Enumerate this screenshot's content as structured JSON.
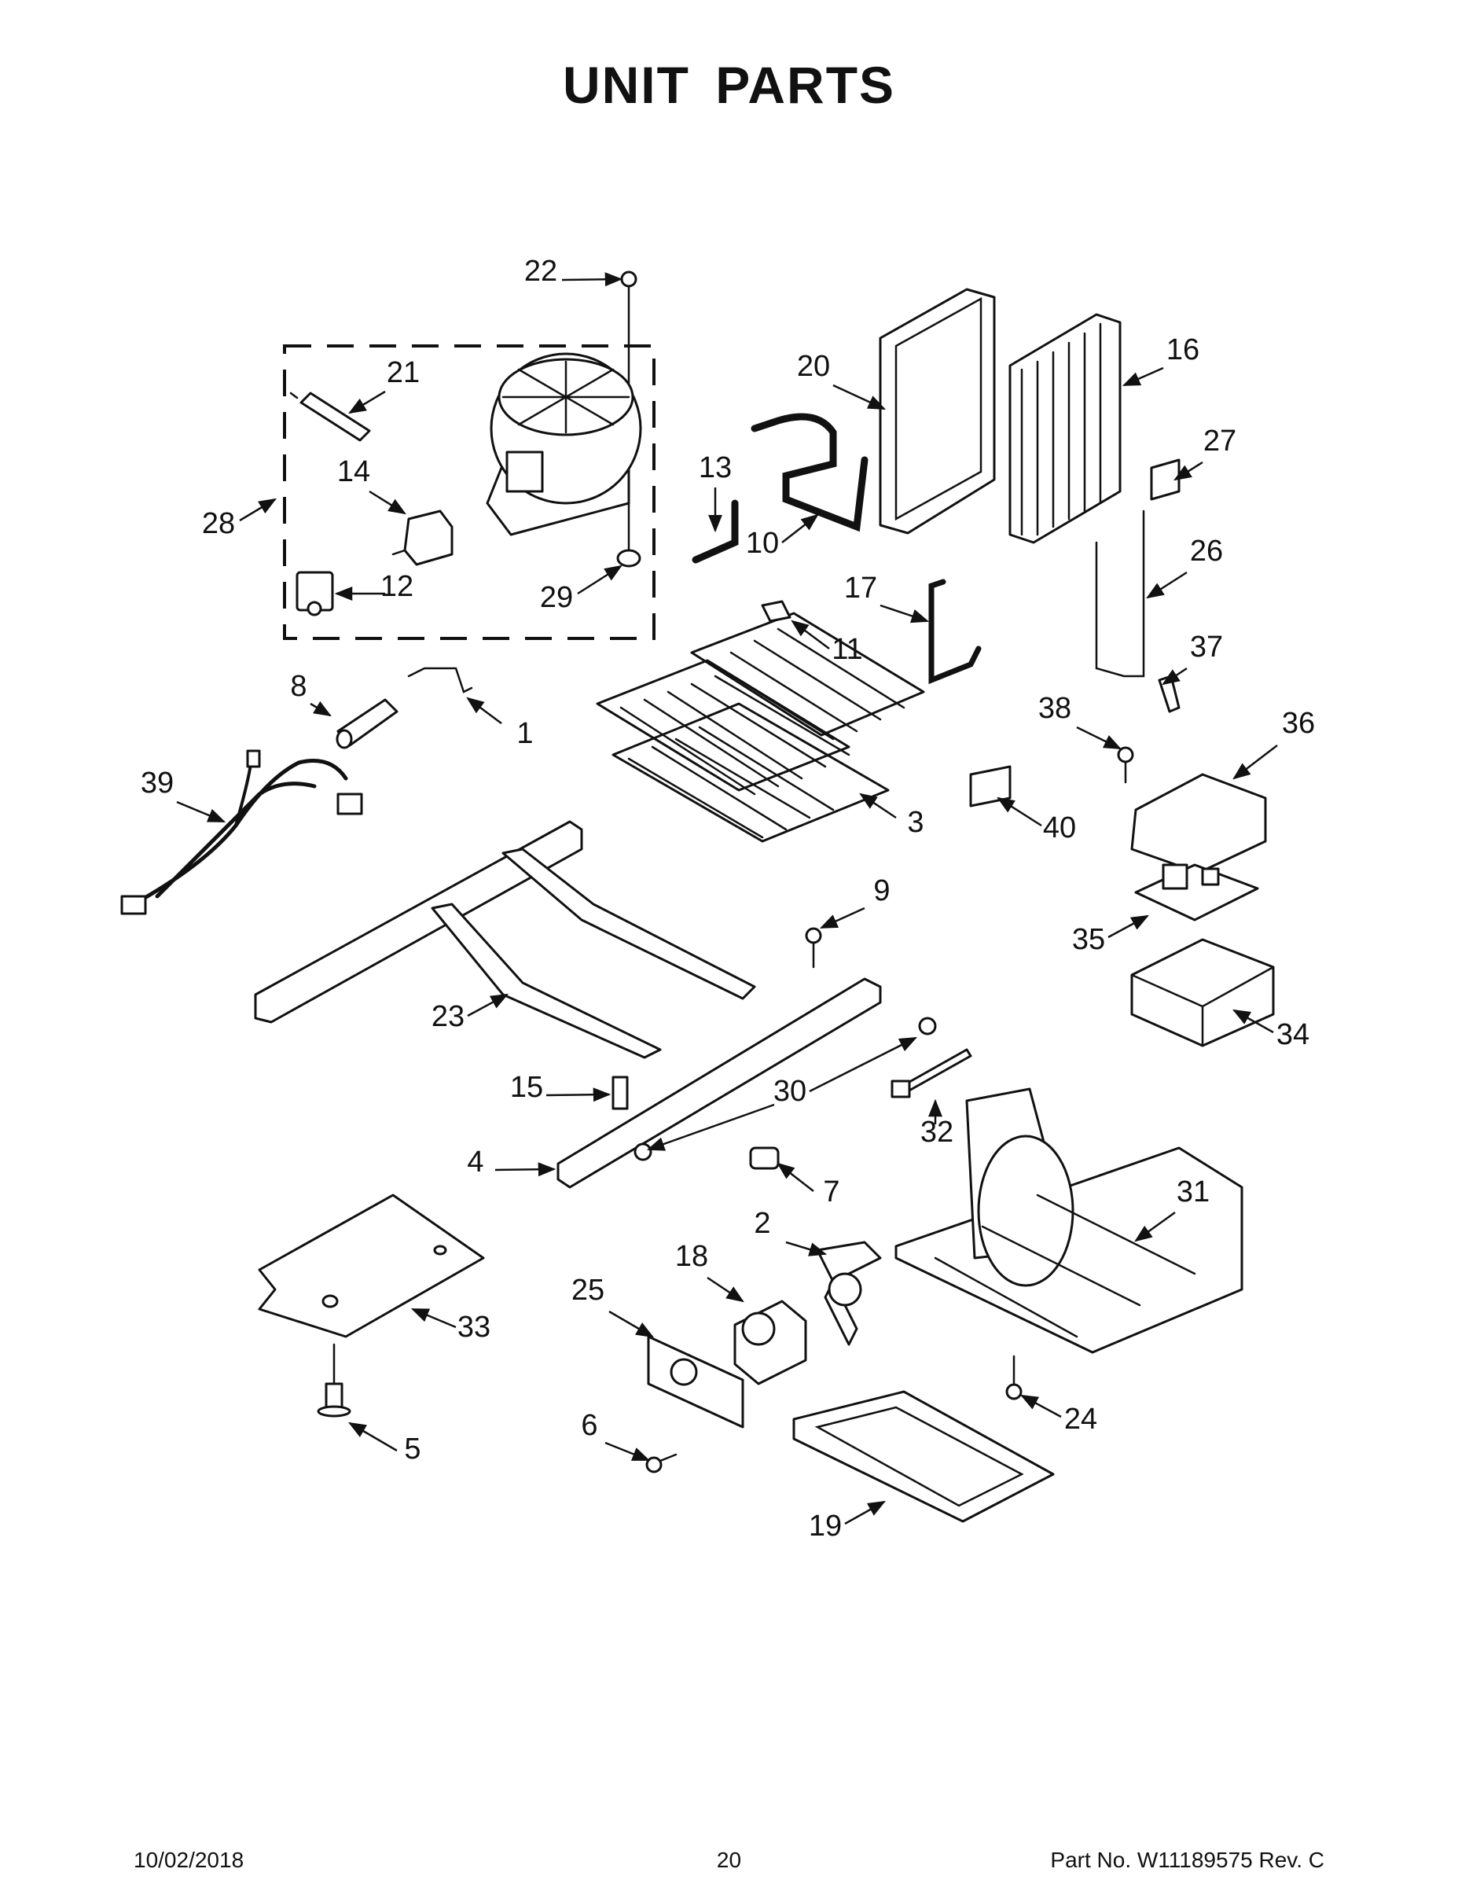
{
  "title": "UNIT PARTS",
  "footer": {
    "date": "10/02/2018",
    "page": "20",
    "part_no": "Part No.  W11189575  Rev.  C"
  },
  "callouts": [
    "1",
    "2",
    "3",
    "4",
    "5",
    "6",
    "7",
    "8",
    "9",
    "10",
    "11",
    "12",
    "13",
    "14",
    "15",
    "16",
    "17",
    "18",
    "19",
    "20",
    "21",
    "22",
    "23",
    "24",
    "25",
    "26",
    "27",
    "28",
    "29",
    "30",
    "31",
    "32",
    "33",
    "34",
    "35",
    "36",
    "37",
    "38",
    "39",
    "40"
  ]
}
